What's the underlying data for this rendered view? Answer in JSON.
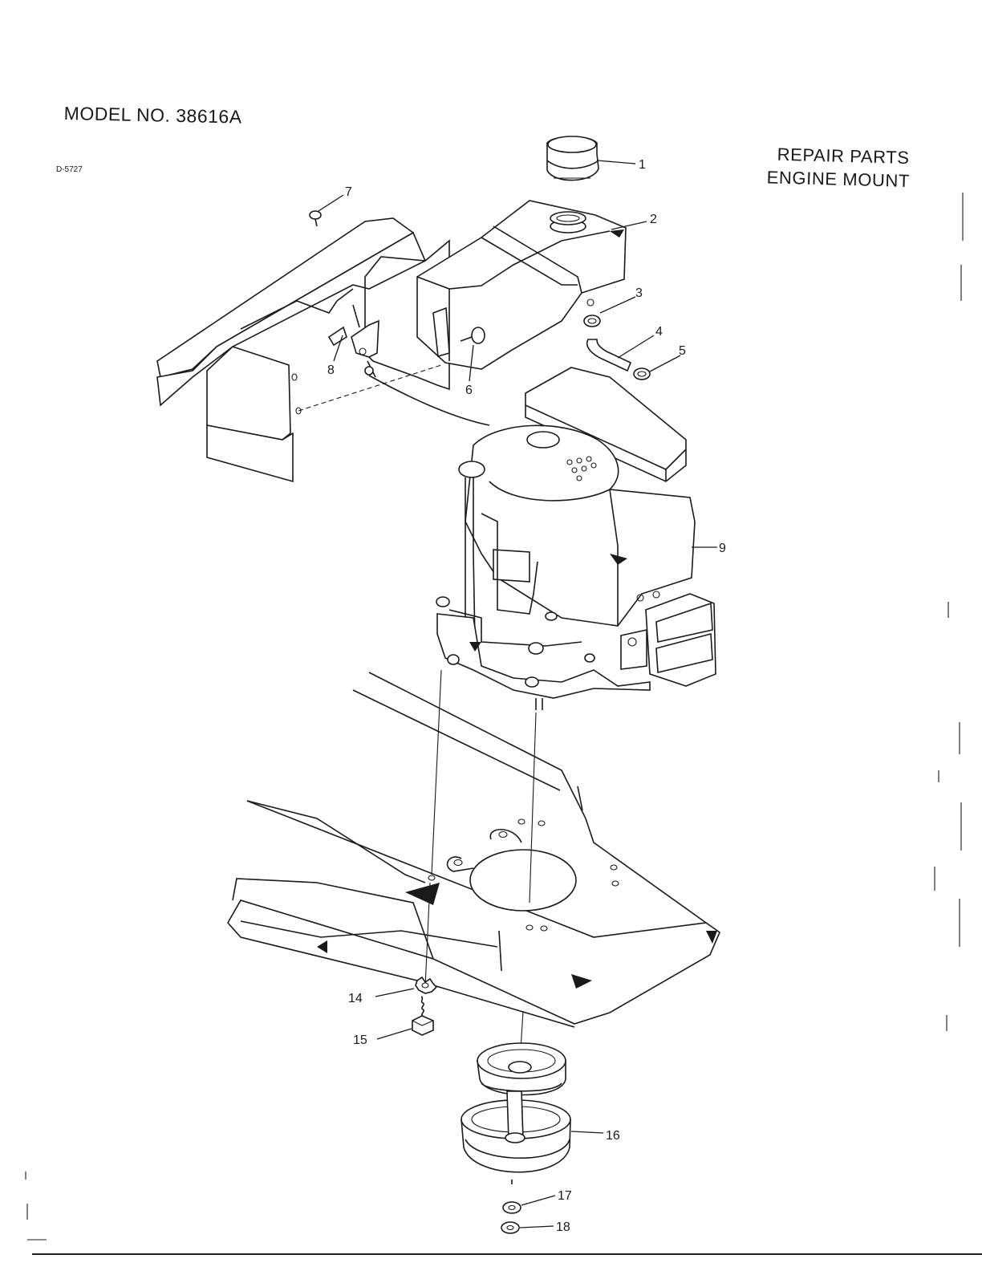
{
  "header": {
    "model_label": "MODEL NO. 38616A",
    "doc_number": "D-5727",
    "title_line1": "REPAIR PARTS",
    "title_line2": "ENGINE MOUNT"
  },
  "callouts": [
    {
      "id": "1",
      "part": "fuel-cap"
    },
    {
      "id": "2",
      "part": "fuel-tank"
    },
    {
      "id": "3",
      "part": "hose-clamp"
    },
    {
      "id": "4",
      "part": "fuel-line"
    },
    {
      "id": "5",
      "part": "hose-clamp"
    },
    {
      "id": "6",
      "part": "shut-off-valve"
    },
    {
      "id": "7",
      "part": "screw"
    },
    {
      "id": "8",
      "part": "throttle-control"
    },
    {
      "id": "9",
      "part": "engine"
    },
    {
      "id": "14",
      "part": "lock-washer"
    },
    {
      "id": "15",
      "part": "bolt"
    },
    {
      "id": "16",
      "part": "engine-pulley"
    },
    {
      "id": "17",
      "part": "washer"
    },
    {
      "id": "18",
      "part": "washer"
    }
  ],
  "colors": {
    "ink": "#1a1a1a",
    "paper": "#ffffff"
  }
}
